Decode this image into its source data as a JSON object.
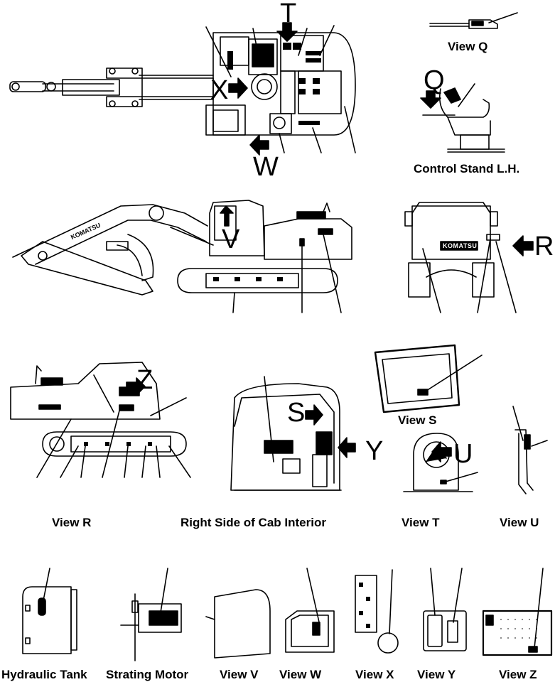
{
  "diagram": {
    "labels": {
      "view_q": "View Q",
      "control_stand": "Control Stand L.H.",
      "view_r": "View R",
      "right_side_cab": "Right Side of Cab Interior",
      "view_t": "View T",
      "view_u": "View U",
      "view_s": "View S",
      "hydraulic_tank": "Hydraulic Tank",
      "starting_motor": "Strating Motor",
      "view_v": "View V",
      "view_w": "View W",
      "view_x": "View X",
      "view_y": "View Y",
      "view_z": "View Z"
    },
    "view_letters": {
      "t": "T",
      "x": "X",
      "w": "W",
      "q": "Q",
      "v": "V",
      "r": "R",
      "z": "Z",
      "s": "S",
      "y": "Y",
      "u": "U"
    },
    "brand_text": "KOMATSU",
    "line_color": "#000000"
  }
}
